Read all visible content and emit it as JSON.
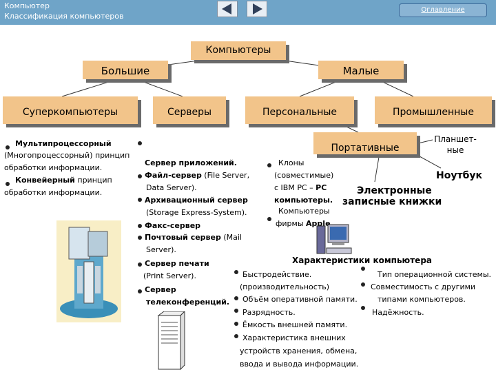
{
  "header": {
    "title": "Компьютер",
    "subtitle": "Классификация компьютеров",
    "toc_link": "Оглавление"
  },
  "tree": {
    "root": "Компьютеры",
    "large": "Большие",
    "small": "Малые",
    "super": "Суперкомпьютеры",
    "servers": "Серверы",
    "personal": "Персональные",
    "industrial": "Промышленные",
    "portable": "Портативные",
    "tablet": "Планшет- ные",
    "notebook": "Ноутбук",
    "pda_line1": "Электронные",
    "pda_line2": "записные книжки"
  },
  "super_col": {
    "item1_bold": "Мультипроцессорный",
    "item1_rest1": "(Многопроцессорный) принцип",
    "item1_rest2": "обработки информации.",
    "item2_bold": "Конвейерный",
    "item2_rest": " принцип",
    "item2_rest2": "обработки информации."
  },
  "server_col": {
    "s1": "Сервер приложений.",
    "s2_bold": "Файл-сервер",
    "s2_rest": " (File Server,",
    "s2_rest2": "Data Server).",
    "s3_bold": "Архивационный сервер",
    "s3_rest": "(Storage Express-System).",
    "s4": "Факс-сервер",
    "s5_bold": "Почтовый сервер",
    "s5_rest": " (Mail",
    "s5_rest2": "Server).",
    "s6_bold": "Сервер печати",
    "s6_rest": "(Print Server).",
    "s7_line1": "Сервер",
    "s7_line2": "телеконференций."
  },
  "pc_col": {
    "c1_l1": "Клоны",
    "c1_l2": "(совместимые)",
    "c1_l3a": "с IBM PC – ",
    "c1_l3b": "PC",
    "c1_l4": "компьютеры.",
    "c2_l1": "Компьютеры",
    "c2_l2a": "фирмы ",
    "c2_l2b": "Apple"
  },
  "characteristics": {
    "title": "Характеристики компьютера",
    "left": [
      "Быстродействие.",
      "(производительность)",
      "Объём оперативной памяти.",
      "Разрядность.",
      "Ёмкость внешней памяти.",
      "Характеристика внешних",
      "устройств хранения, обмена,",
      "ввода и вывода информации."
    ],
    "right": [
      "Тип операционной системы.",
      "Совместимость с другими",
      "типами компьютеров.",
      "Надёжность."
    ]
  },
  "colors": {
    "header_bg": "#6fa4c8",
    "box_fill": "#f2c48a",
    "box_shadow": "#6a6a6a"
  }
}
